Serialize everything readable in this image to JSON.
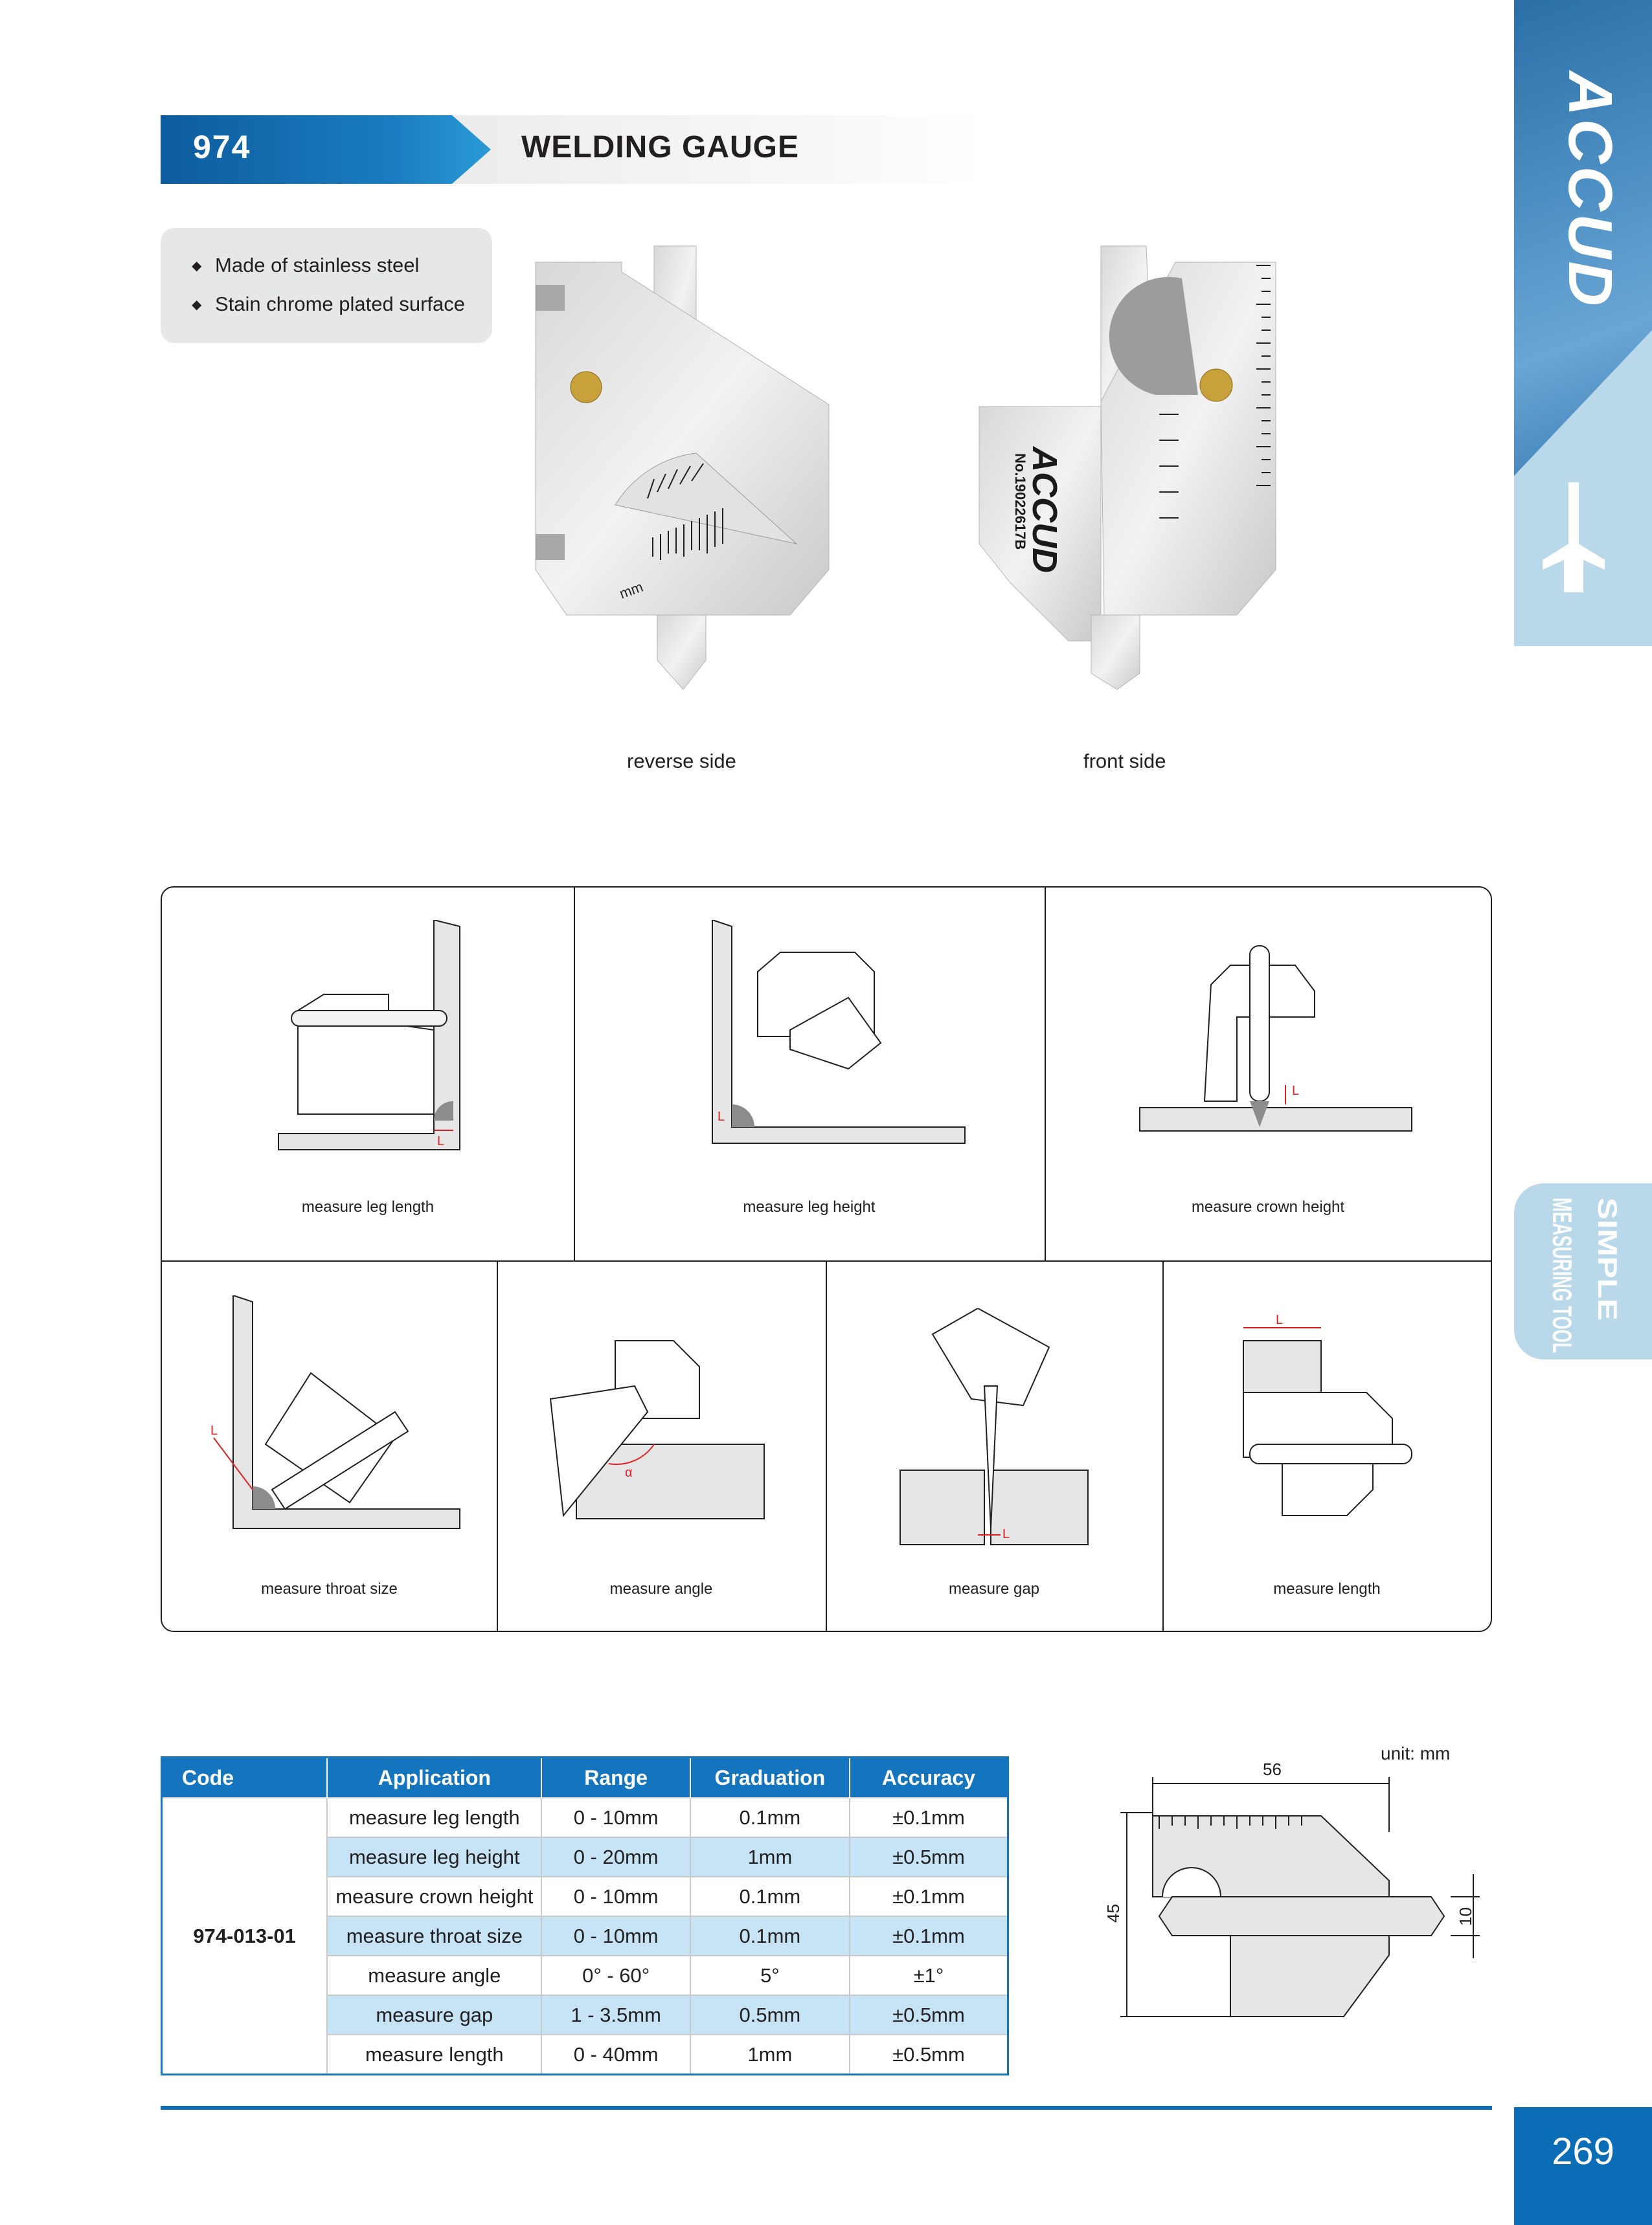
{
  "header": {
    "code": "974",
    "title": "WELDING GAUGE"
  },
  "features": [
    "Made of stainless steel",
    "Stain chrome plated surface"
  ],
  "photos": {
    "reverse_caption": "reverse side",
    "front_caption": "front side",
    "brand_mark": "ACCUD",
    "serial": "No.19022617B"
  },
  "sidebar": {
    "brand": "ACCUD",
    "tab_line1": "SIMPLE",
    "tab_line2": "MEASURING TOOL",
    "page_number": "269"
  },
  "usage": [
    "measure leg length",
    "measure leg height",
    "measure crown height",
    "measure throat size",
    "measure angle",
    "measure gap",
    "measure length"
  ],
  "table": {
    "headers": [
      "Code",
      "Application",
      "Range",
      "Graduation",
      "Accuracy"
    ],
    "code": "974-013-01",
    "rows": [
      [
        "measure leg length",
        "0 - 10mm",
        "0.1mm",
        "±0.1mm"
      ],
      [
        "measure leg height",
        "0 - 20mm",
        "1mm",
        "±0.5mm"
      ],
      [
        "measure crown height",
        "0 - 10mm",
        "0.1mm",
        "±0.1mm"
      ],
      [
        "measure throat size",
        "0 - 10mm",
        "0.1mm",
        "±0.1mm"
      ],
      [
        "measure angle",
        "0° - 60°",
        "5°",
        "±1°"
      ],
      [
        "measure gap",
        "1 - 3.5mm",
        "0.5mm",
        "±0.5mm"
      ],
      [
        "measure length",
        "0 - 40mm",
        "1mm",
        "±0.5mm"
      ]
    ]
  },
  "dimension": {
    "unit": "unit: mm",
    "width": "56",
    "height": "45",
    "thickness": "10"
  },
  "colors": {
    "brand_blue": "#0b6db6",
    "light_blue": "#c6e4f5",
    "band_blue": "#b9d8ea"
  }
}
